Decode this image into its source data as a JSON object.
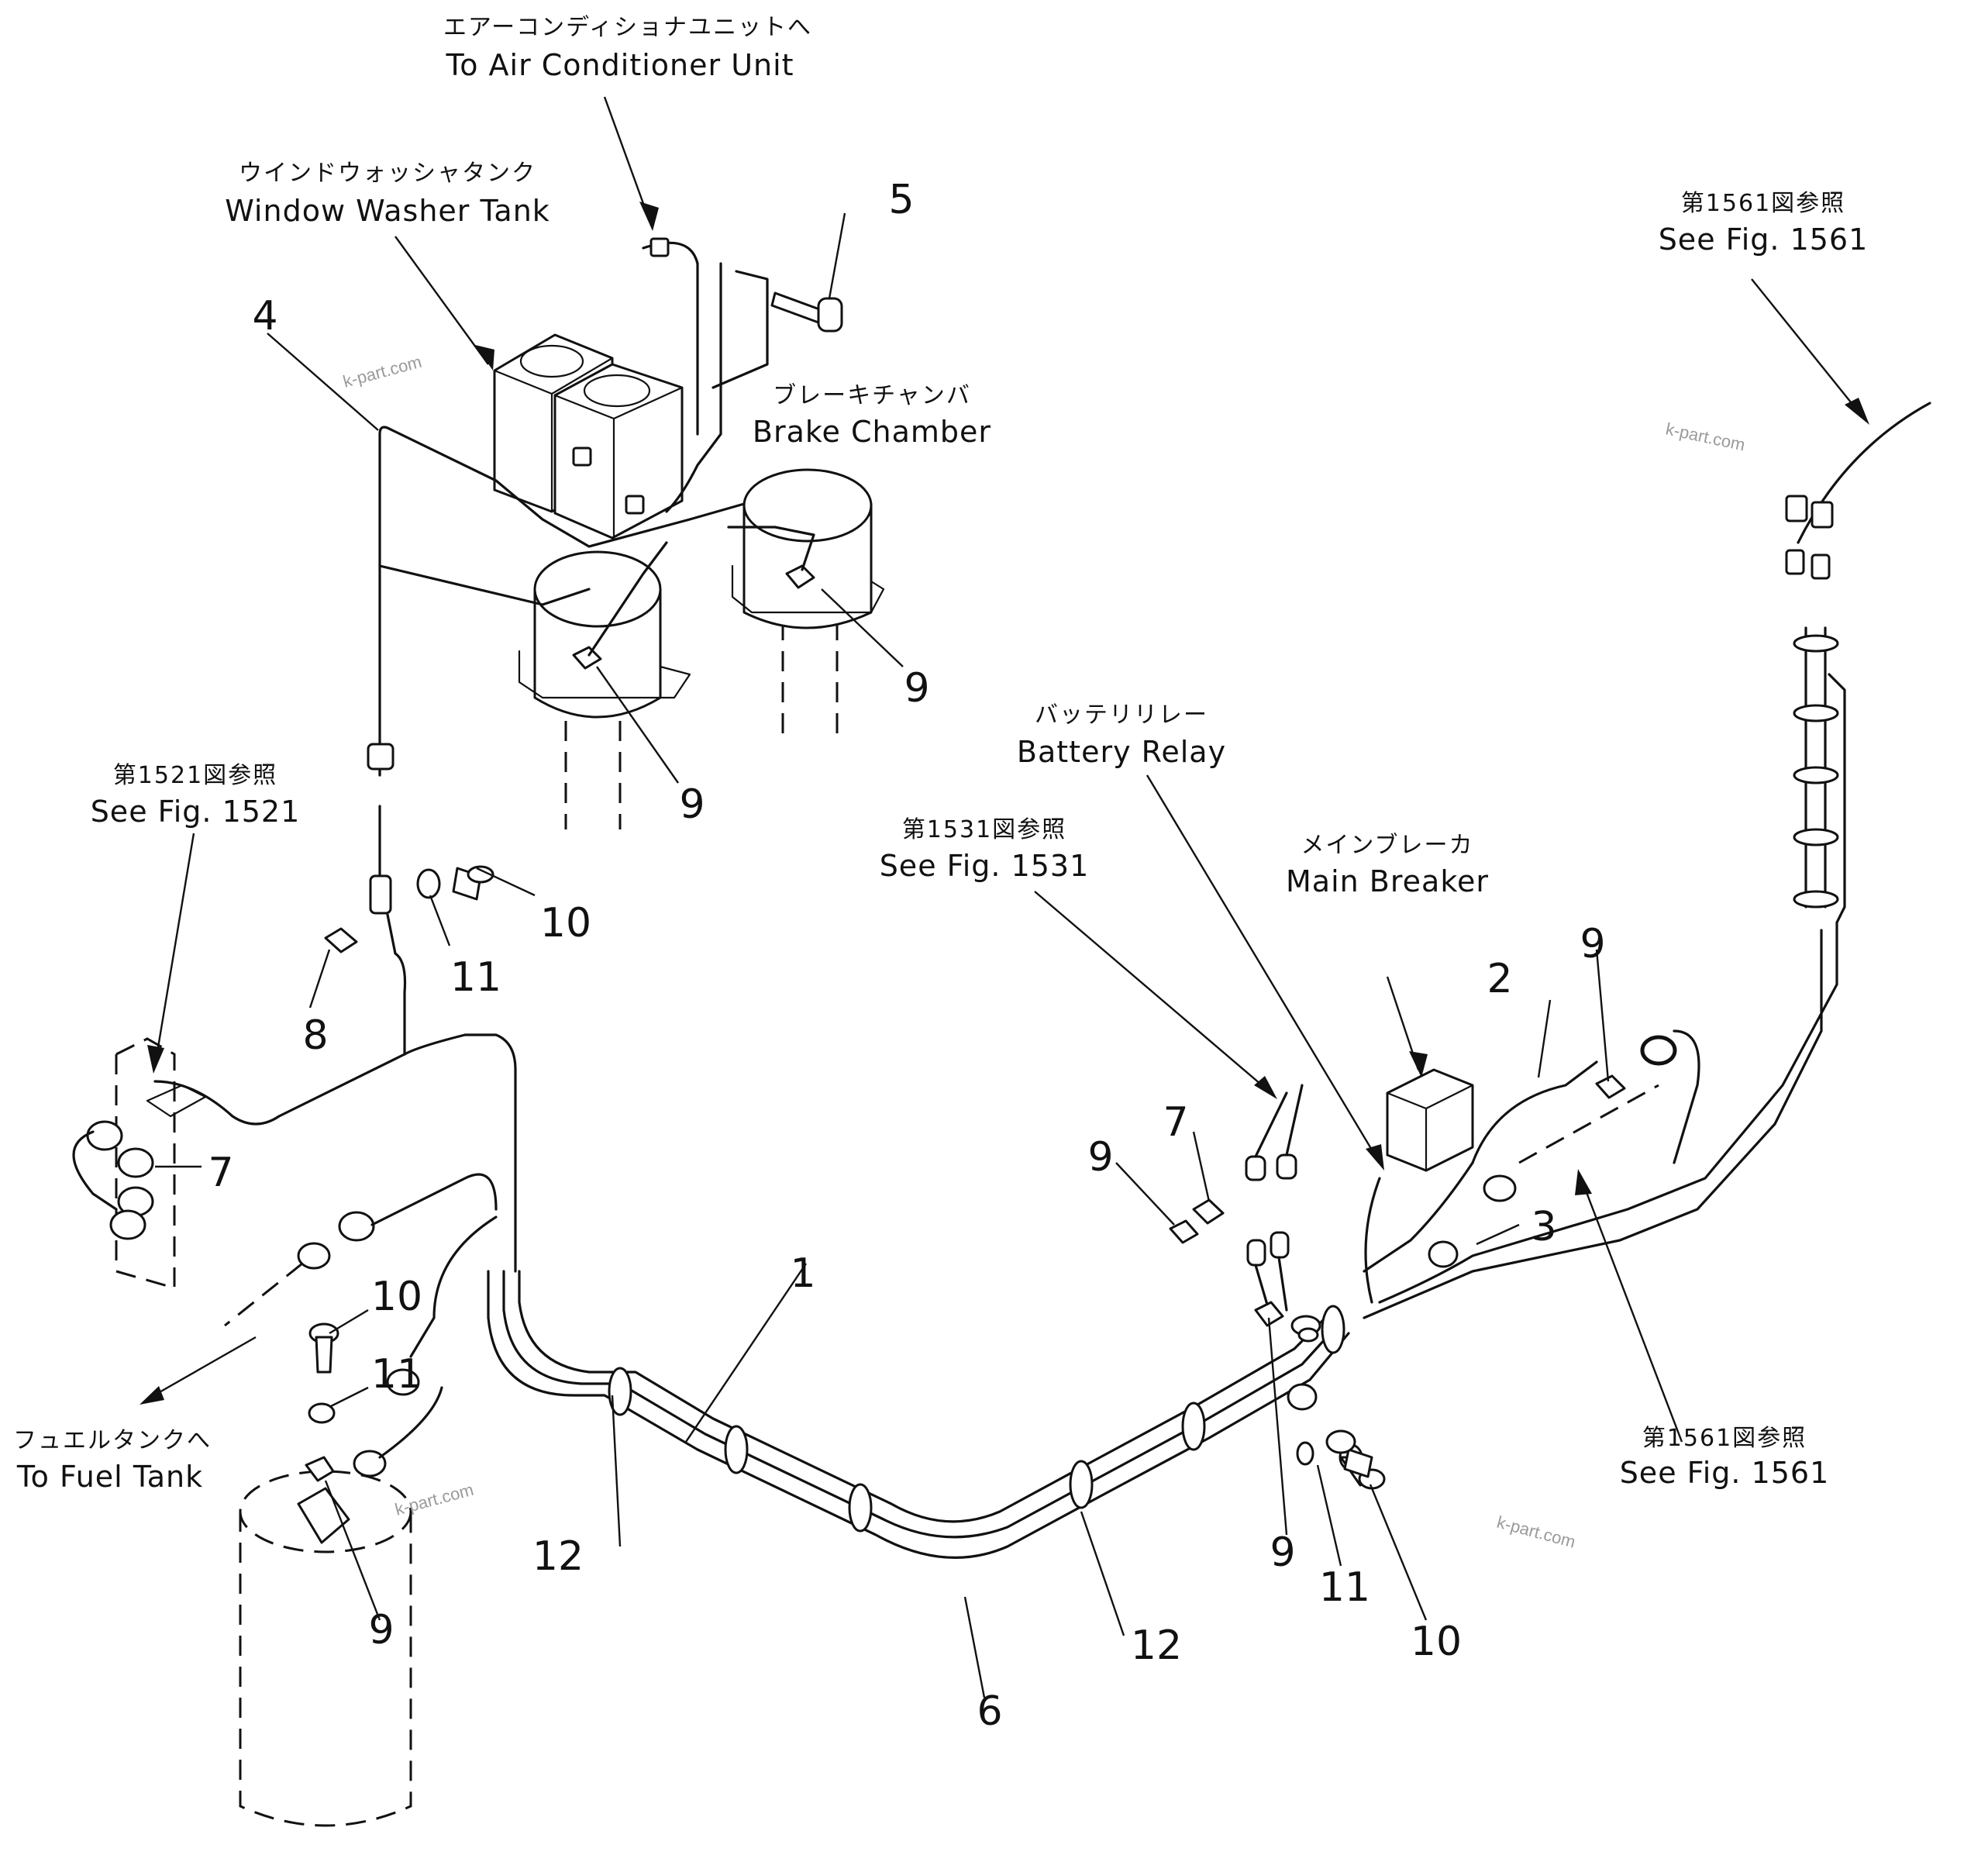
{
  "labels": {
    "air_conditioner_jp": "エアーコンディショナユニットへ",
    "air_conditioner_en": "To Air Conditioner Unit",
    "window_washer_jp": "ウインドウォッシャタンク",
    "window_washer_en": "Window Washer Tank",
    "brake_chamber_jp": "ブレーキチャンバ",
    "brake_chamber_en": "Brake Chamber",
    "see_1561_top_jp": "第1561図参照",
    "see_1561_top_en": "See Fig. 1561",
    "see_1521_jp": "第1521図参照",
    "see_1521_en": "See Fig. 1521",
    "battery_relay_jp": "バッテリリレー",
    "battery_relay_en": "Battery Relay",
    "see_1531_jp": "第1531図参照",
    "see_1531_en": "See Fig. 1531",
    "main_breaker_jp": "メインブレーカ",
    "main_breaker_en": "Main Breaker",
    "see_1561_bottom_jp": "第1561図参照",
    "see_1561_bottom_en": "See Fig. 1561",
    "fuel_tank_jp": "フュエルタンクへ",
    "fuel_tank_en": "To Fuel Tank"
  },
  "part_numbers": {
    "p1": "1",
    "p2": "2",
    "p3": "3",
    "p4": "4",
    "p5": "5",
    "p6": "6",
    "p7_left": "7",
    "p7_mid": "7",
    "p8": "8",
    "p9_brake_left": "9",
    "p9_brake_right": "9",
    "p9_mid": "9",
    "p9_right": "9",
    "p9_lower": "9",
    "p9_fuel": "9",
    "p10_top": "10",
    "p10_left": "10",
    "p10_right": "10",
    "p11_top": "11",
    "p11_left": "11",
    "p11_right": "11",
    "p12_left": "12",
    "p12_right": "12"
  },
  "watermarks": {
    "wm1": "k-part.com",
    "wm2": "k-part.com",
    "wm3": "k-part.com",
    "wm4": "k-part.com"
  }
}
